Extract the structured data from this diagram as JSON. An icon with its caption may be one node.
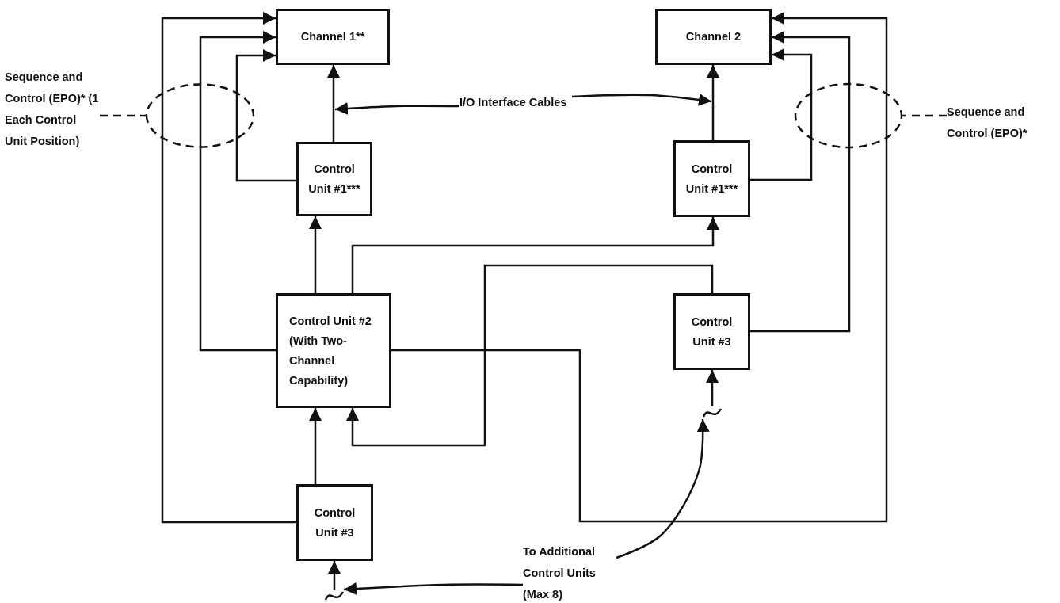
{
  "diagram": {
    "nodes": [
      {
        "text": [
          "Channel 1**"
        ]
      },
      {
        "text": [
          "Channel 2"
        ]
      },
      {
        "text": [
          "Control Unit #1***"
        ]
      },
      {
        "text": [
          "Control Unit #1***"
        ]
      },
      {
        "text": [
          "Control Unit #2 (With Two-Channel Capability)"
        ]
      },
      {
        "text": [
          "Control Unit #3"
        ]
      },
      {
        "text": [
          "Control Unit #3"
        ]
      },
      {
        "text": [
          "Sequence and Control (EPO)* (1 Each Control Unit Position)"
        ]
      },
      {
        "text": [
          "Sequence and Control (EPO)*"
        ]
      },
      {
        "text": [
          "I/O Interface Cables"
        ]
      },
      {
        "text": [
          "To Additional Control Units (Max 8)"
        ]
      },
      {
        "text": [],
        "shape": "tilde"
      },
      {
        "text": [],
        "shape": "tilde"
      }
    ],
    "edges": [
      {
        "from": 2,
        "to": 0,
        "arrow": "to"
      },
      {
        "from": 2,
        "to": 0,
        "arrow": "to"
      },
      {
        "from": 4,
        "to": 2,
        "arrow": "to"
      },
      {
        "from": 4,
        "to": 0,
        "arrow": "to"
      },
      {
        "from": 6,
        "to": 0,
        "arrow": "to"
      },
      {
        "from": 6,
        "to": 4,
        "arrow": "to"
      },
      {
        "from": 4,
        "to": 3,
        "arrow": "to"
      },
      {
        "from": 5,
        "to": 4,
        "arrow": "to"
      },
      {
        "from": 4,
        "to": 1,
        "arrow": "to"
      },
      {
        "from": 3,
        "to": 1,
        "arrow": "to"
      },
      {
        "from": 3,
        "to": 1,
        "arrow": "to"
      },
      {
        "from": 5,
        "to": 1,
        "arrow": "to"
      },
      {
        "from": 9,
        "to": null,
        "arrow": "to"
      },
      {
        "from": 9,
        "to": null,
        "arrow": "to"
      },
      {
        "from": 7,
        "to": null,
        "arrow": "none",
        "style": "dashed"
      },
      {
        "from": 8,
        "to": null,
        "arrow": "none",
        "style": "dashed"
      },
      {
        "from": 10,
        "to": 11,
        "arrow": "to"
      },
      {
        "from": 10,
        "to": 12,
        "arrow": "to"
      },
      {
        "from": 11,
        "to": 6,
        "arrow": "to"
      },
      {
        "from": 12,
        "to": 5,
        "arrow": "to"
      }
    ]
  }
}
